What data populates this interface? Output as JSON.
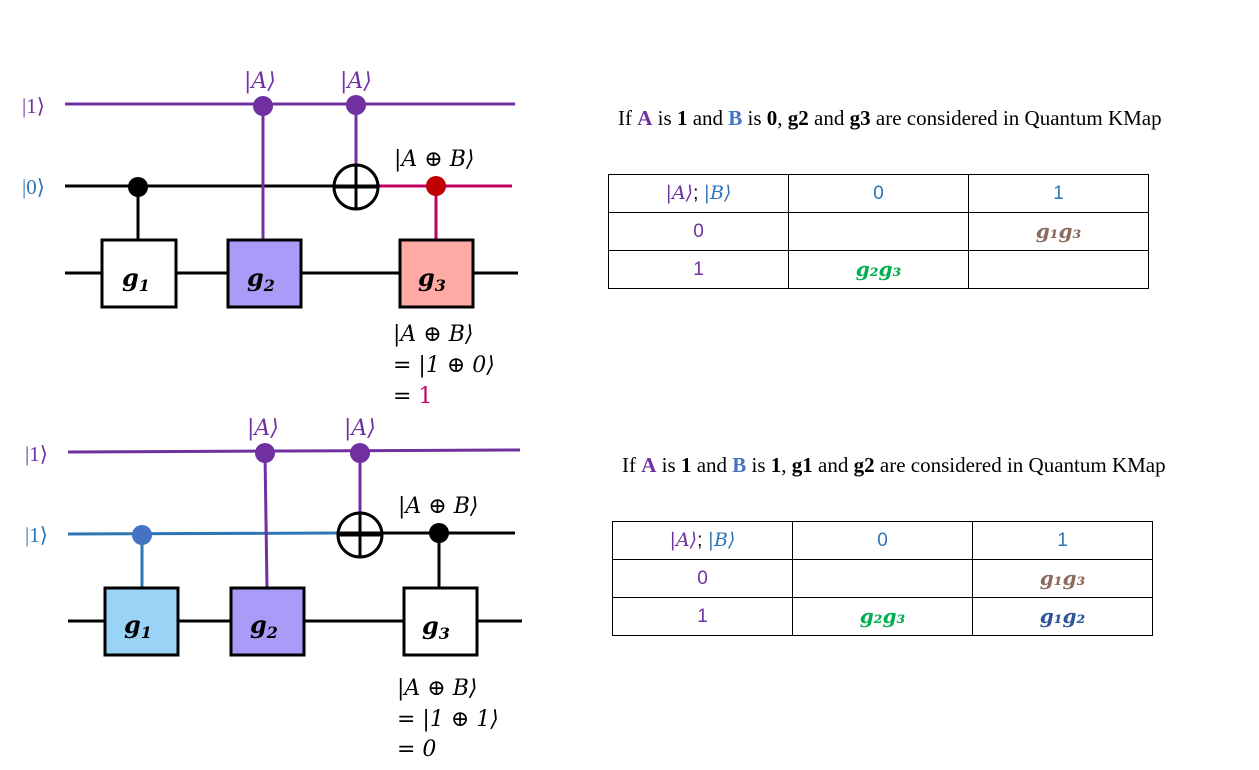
{
  "colors": {
    "purple": "#7030a0",
    "blue": "#2e75b6",
    "magenta": "#c00060",
    "green": "#00b050",
    "brown": "#8b6c5c",
    "navy": "#2f5597",
    "gate_purple": "#a99bf7",
    "gate_salmon": "#ffaaa5",
    "gate_lightblue": "#99d3f5",
    "dot_blue": "#4472c4"
  },
  "top": {
    "inputs": {
      "q0": "|1⟩",
      "q1": "|0⟩"
    },
    "control_labels": {
      "a1": "|A⟩",
      "a2": "|A⟩"
    },
    "xor_label": "|A ⊕ B⟩",
    "gates": {
      "g1": "g",
      "g2": "g",
      "g3": "g",
      "s1": "1",
      "s2": "2",
      "s3": "3"
    },
    "result": {
      "line1": "|A ⊕ B⟩",
      "line2": "= |1 ⊕ 0⟩",
      "line3_eq": "= ",
      "line3_val": "1"
    },
    "caption": {
      "p1": "If ",
      "a": "A",
      "p2": " is ",
      "v1": "1",
      "p3": " and ",
      "b": "B",
      "p4": " is ",
      "v2": "0",
      "p5": ", ",
      "ga": "g2",
      "p6": " and ",
      "gb": "g3",
      "p7": " are considered in Quantum KMap"
    },
    "kmap": {
      "corner_a": "|A⟩",
      "corner_sep": "; ",
      "corner_b": "|B⟩",
      "col0": "0",
      "col1": "1",
      "row0": "0",
      "row1": "1",
      "r0c1": "g₁g₃",
      "r1c0": "g₂g₃",
      "r0c0": "",
      "r1c1": ""
    }
  },
  "bottom": {
    "inputs": {
      "q0": "|1⟩",
      "q1": "|1⟩"
    },
    "control_labels": {
      "a1": "|A⟩",
      "a2": "|A⟩"
    },
    "xor_label": "|A ⊕ B⟩",
    "gates": {
      "g1": "g",
      "g2": "g",
      "g3": "g",
      "s1": "1",
      "s2": "2",
      "s3": "3"
    },
    "result": {
      "line1": "|A ⊕ B⟩",
      "line2": "= |1 ⊕ 1⟩",
      "line3": "= 0"
    },
    "caption": {
      "p1": "If ",
      "a": "A",
      "p2": " is ",
      "v1": "1",
      "p3": " and ",
      "b": "B",
      "p4": " is ",
      "v2": "1",
      "p5": ", ",
      "ga": "g1",
      "p6": " and ",
      "gb": "g2",
      "p7": " are considered in Quantum KMap"
    },
    "kmap": {
      "corner_a": "|A⟩",
      "corner_sep": "; ",
      "corner_b": "|B⟩",
      "col0": "0",
      "col1": "1",
      "row0": "0",
      "row1": "1",
      "r0c1": "g₁g₃",
      "r1c0": "g₂g₃",
      "r1c1": "g₁g₂",
      "r0c0": ""
    }
  }
}
